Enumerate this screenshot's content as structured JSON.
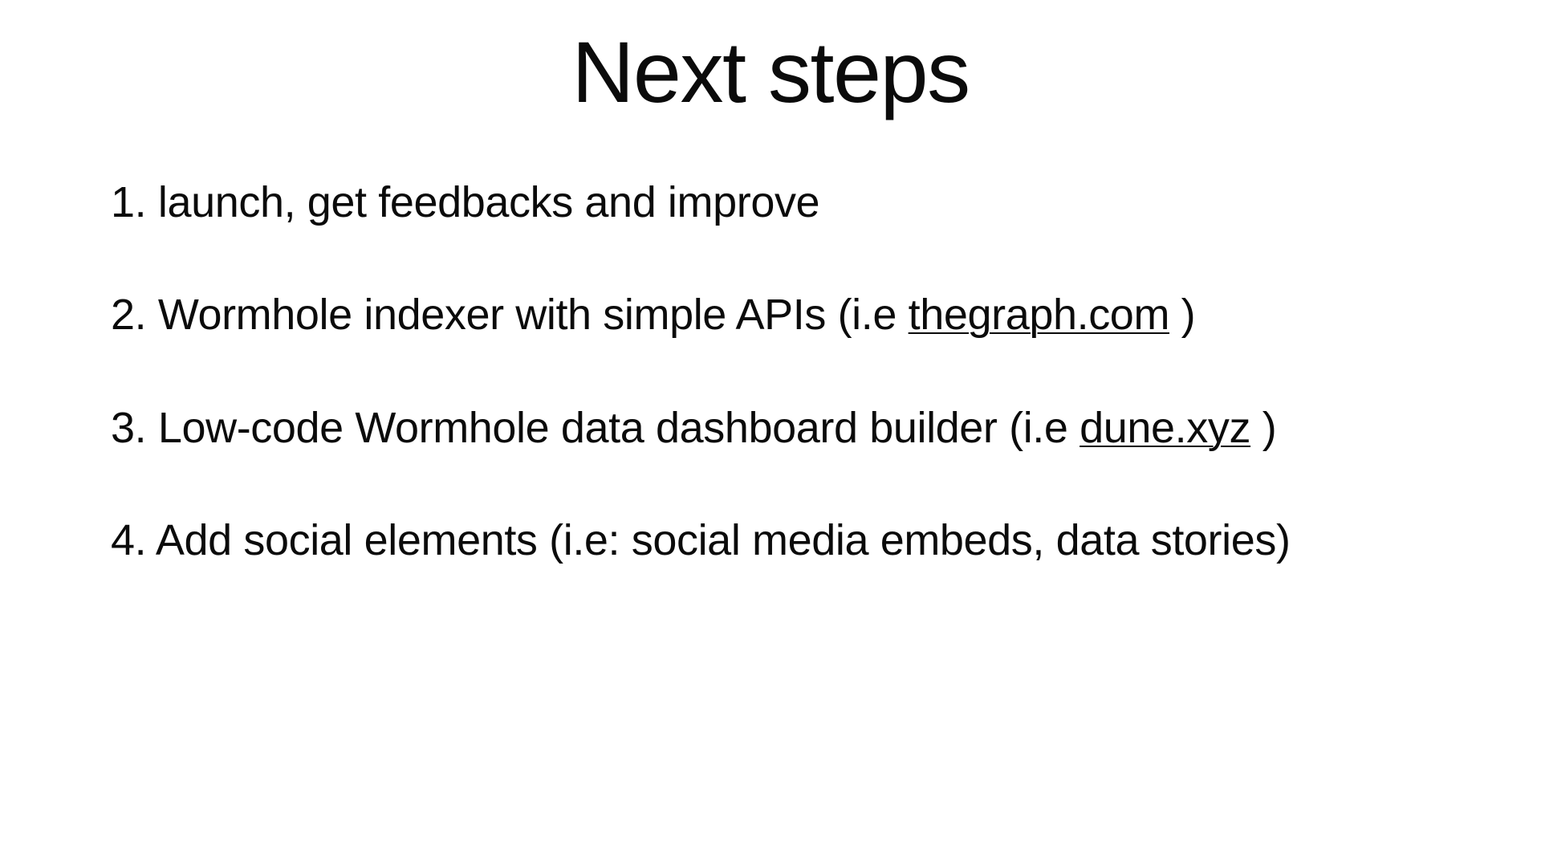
{
  "slide": {
    "title": "Next steps",
    "background_color": "#ffffff",
    "text_color": "#0b0b0b",
    "steps": [
      {
        "number": "1.",
        "text_before": " launch, get feedbacks and improve",
        "link": "",
        "text_after": ""
      },
      {
        "number": "2.",
        "text_before": " Wormhole indexer with simple APIs (i.e ",
        "link": "thegraph.com",
        "text_after": ")"
      },
      {
        "number": "3.",
        "text_before": " Low-code Wormhole data dashboard builder (i.e ",
        "link": "dune.xyz",
        "text_after": ")"
      },
      {
        "number": "4.",
        "text_before": " Add social elements (i.e: social media embeds, data stories)",
        "link": "",
        "text_after": ""
      }
    ]
  }
}
